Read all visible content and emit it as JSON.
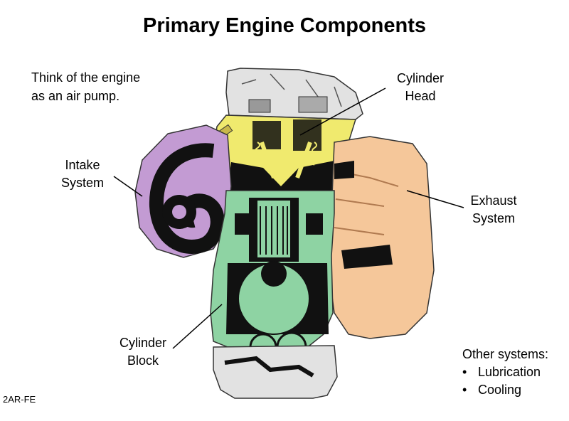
{
  "title": "Primary Engine Components",
  "note_lines": [
    "Think of the engine",
    "as an air pump."
  ],
  "labels": {
    "cylinder_head": [
      "Cylinder",
      "Head"
    ],
    "intake_system": [
      "Intake",
      "System"
    ],
    "exhaust_system": [
      "Exhaust",
      "System"
    ],
    "cylinder_block": [
      "Cylinder",
      "Block"
    ]
  },
  "other_systems": {
    "heading": "Other systems:",
    "items": [
      "Lubrication",
      "Cooling"
    ]
  },
  "engine_code": "2AR-FE",
  "colors": {
    "intake": "#c39bd3",
    "head": "#f0ea6e",
    "block": "#8ed3a3",
    "exhaust": "#f5c79a",
    "cover": "#e2e2e2",
    "dark": "#111111"
  }
}
